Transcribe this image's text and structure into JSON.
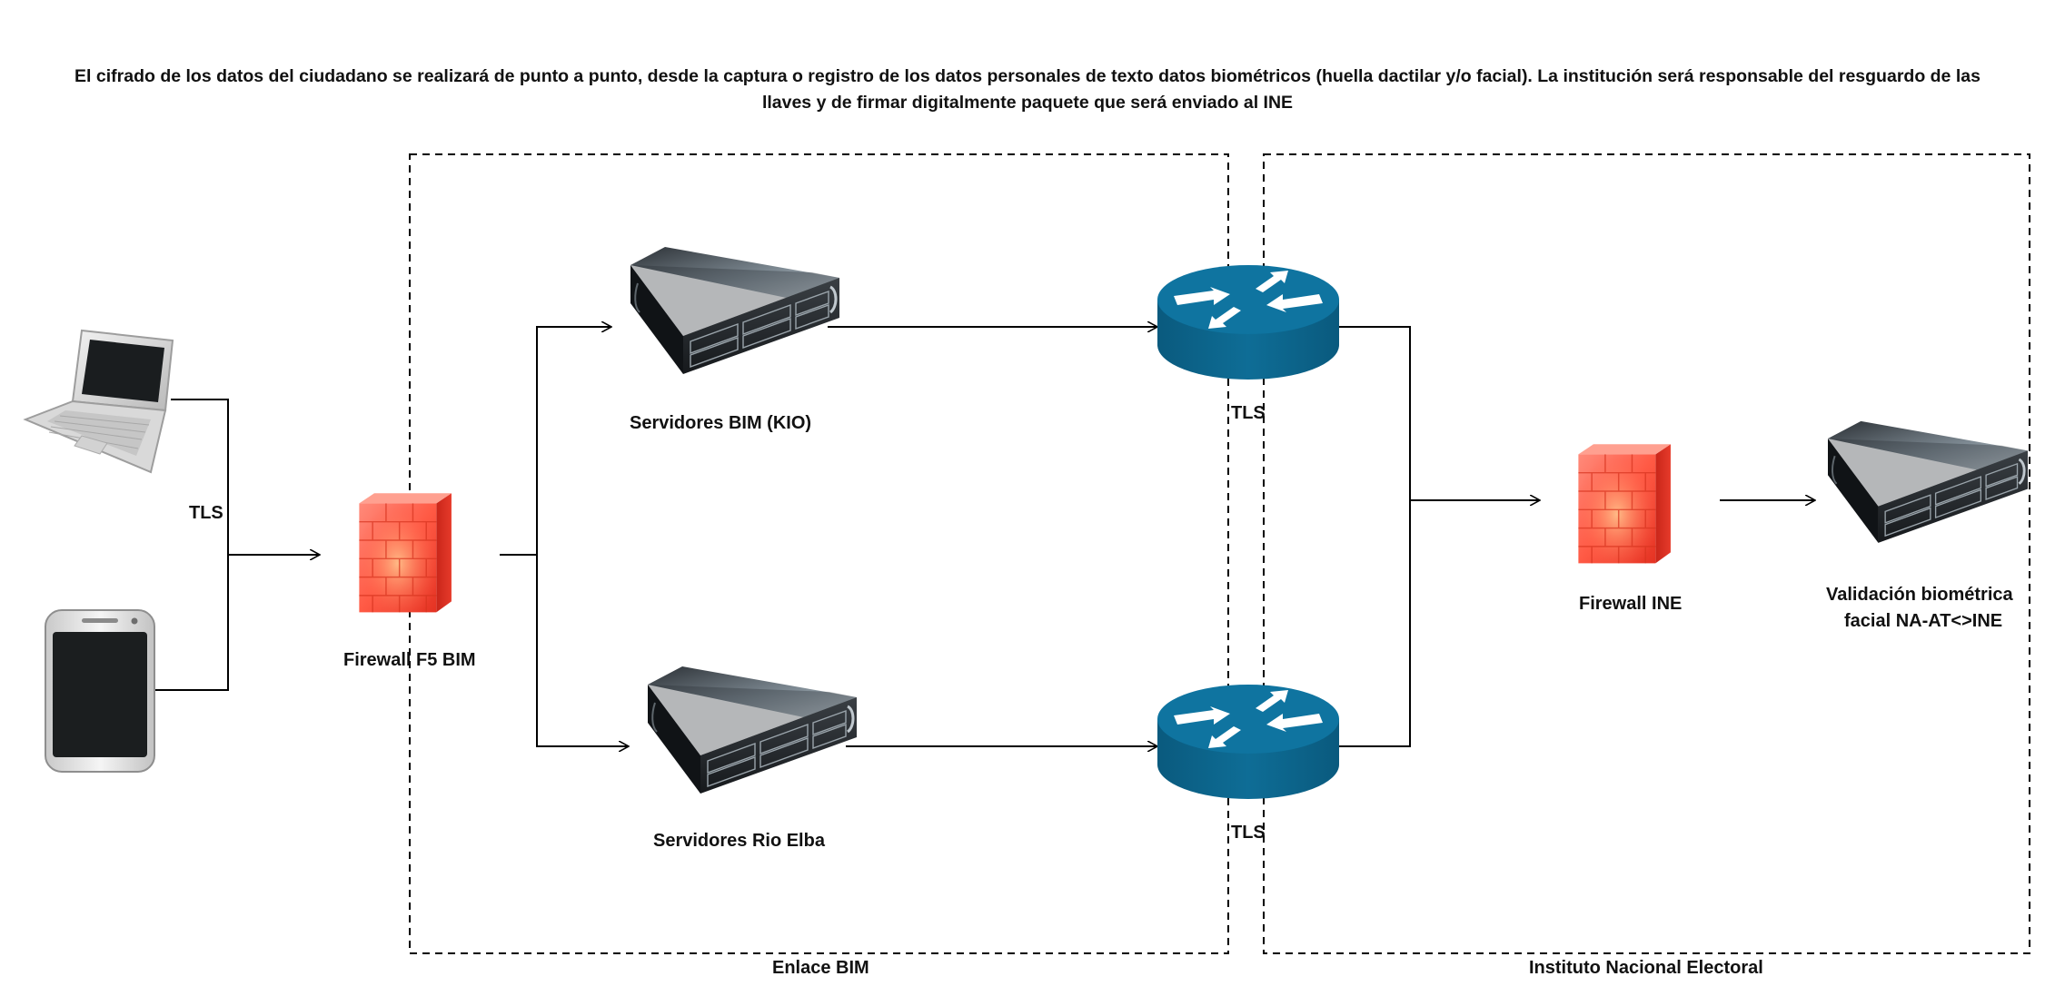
{
  "title": "El cifrado de los datos del ciudadano se realizará de punto a punto, desde la captura o registro de los datos personales de texto datos biométricos (huella dactilar y/o facial). La institución será responsable del resguardo de las llaves y de firmar digitalmente paquete que será enviado al INE",
  "groups": {
    "enlace": "Enlace BIM",
    "ine": "Instituto Nacional Electoral"
  },
  "nodes": {
    "laptop": "laptop-icon",
    "phone": "smartphone-icon",
    "firewall_bim": "Firewall F5 BIM",
    "server_kio": "Servidores BIM (KIO)",
    "server_rio": "Servidores Rio Elba",
    "router_top": "router-icon",
    "router_bottom": "router-icon",
    "firewall_ine": "Firewall INE",
    "validation_line1": "Validación biométrica",
    "validation_line2": "facial NA-AT<>INE"
  },
  "edges": {
    "tls_clients": "TLS",
    "tls_router_top": "TLS",
    "tls_router_bottom": "TLS"
  },
  "colors": {
    "router": "#0e6d96",
    "firewall": "#ff5a4a",
    "server": "#2a2f33",
    "line": "#000000"
  }
}
